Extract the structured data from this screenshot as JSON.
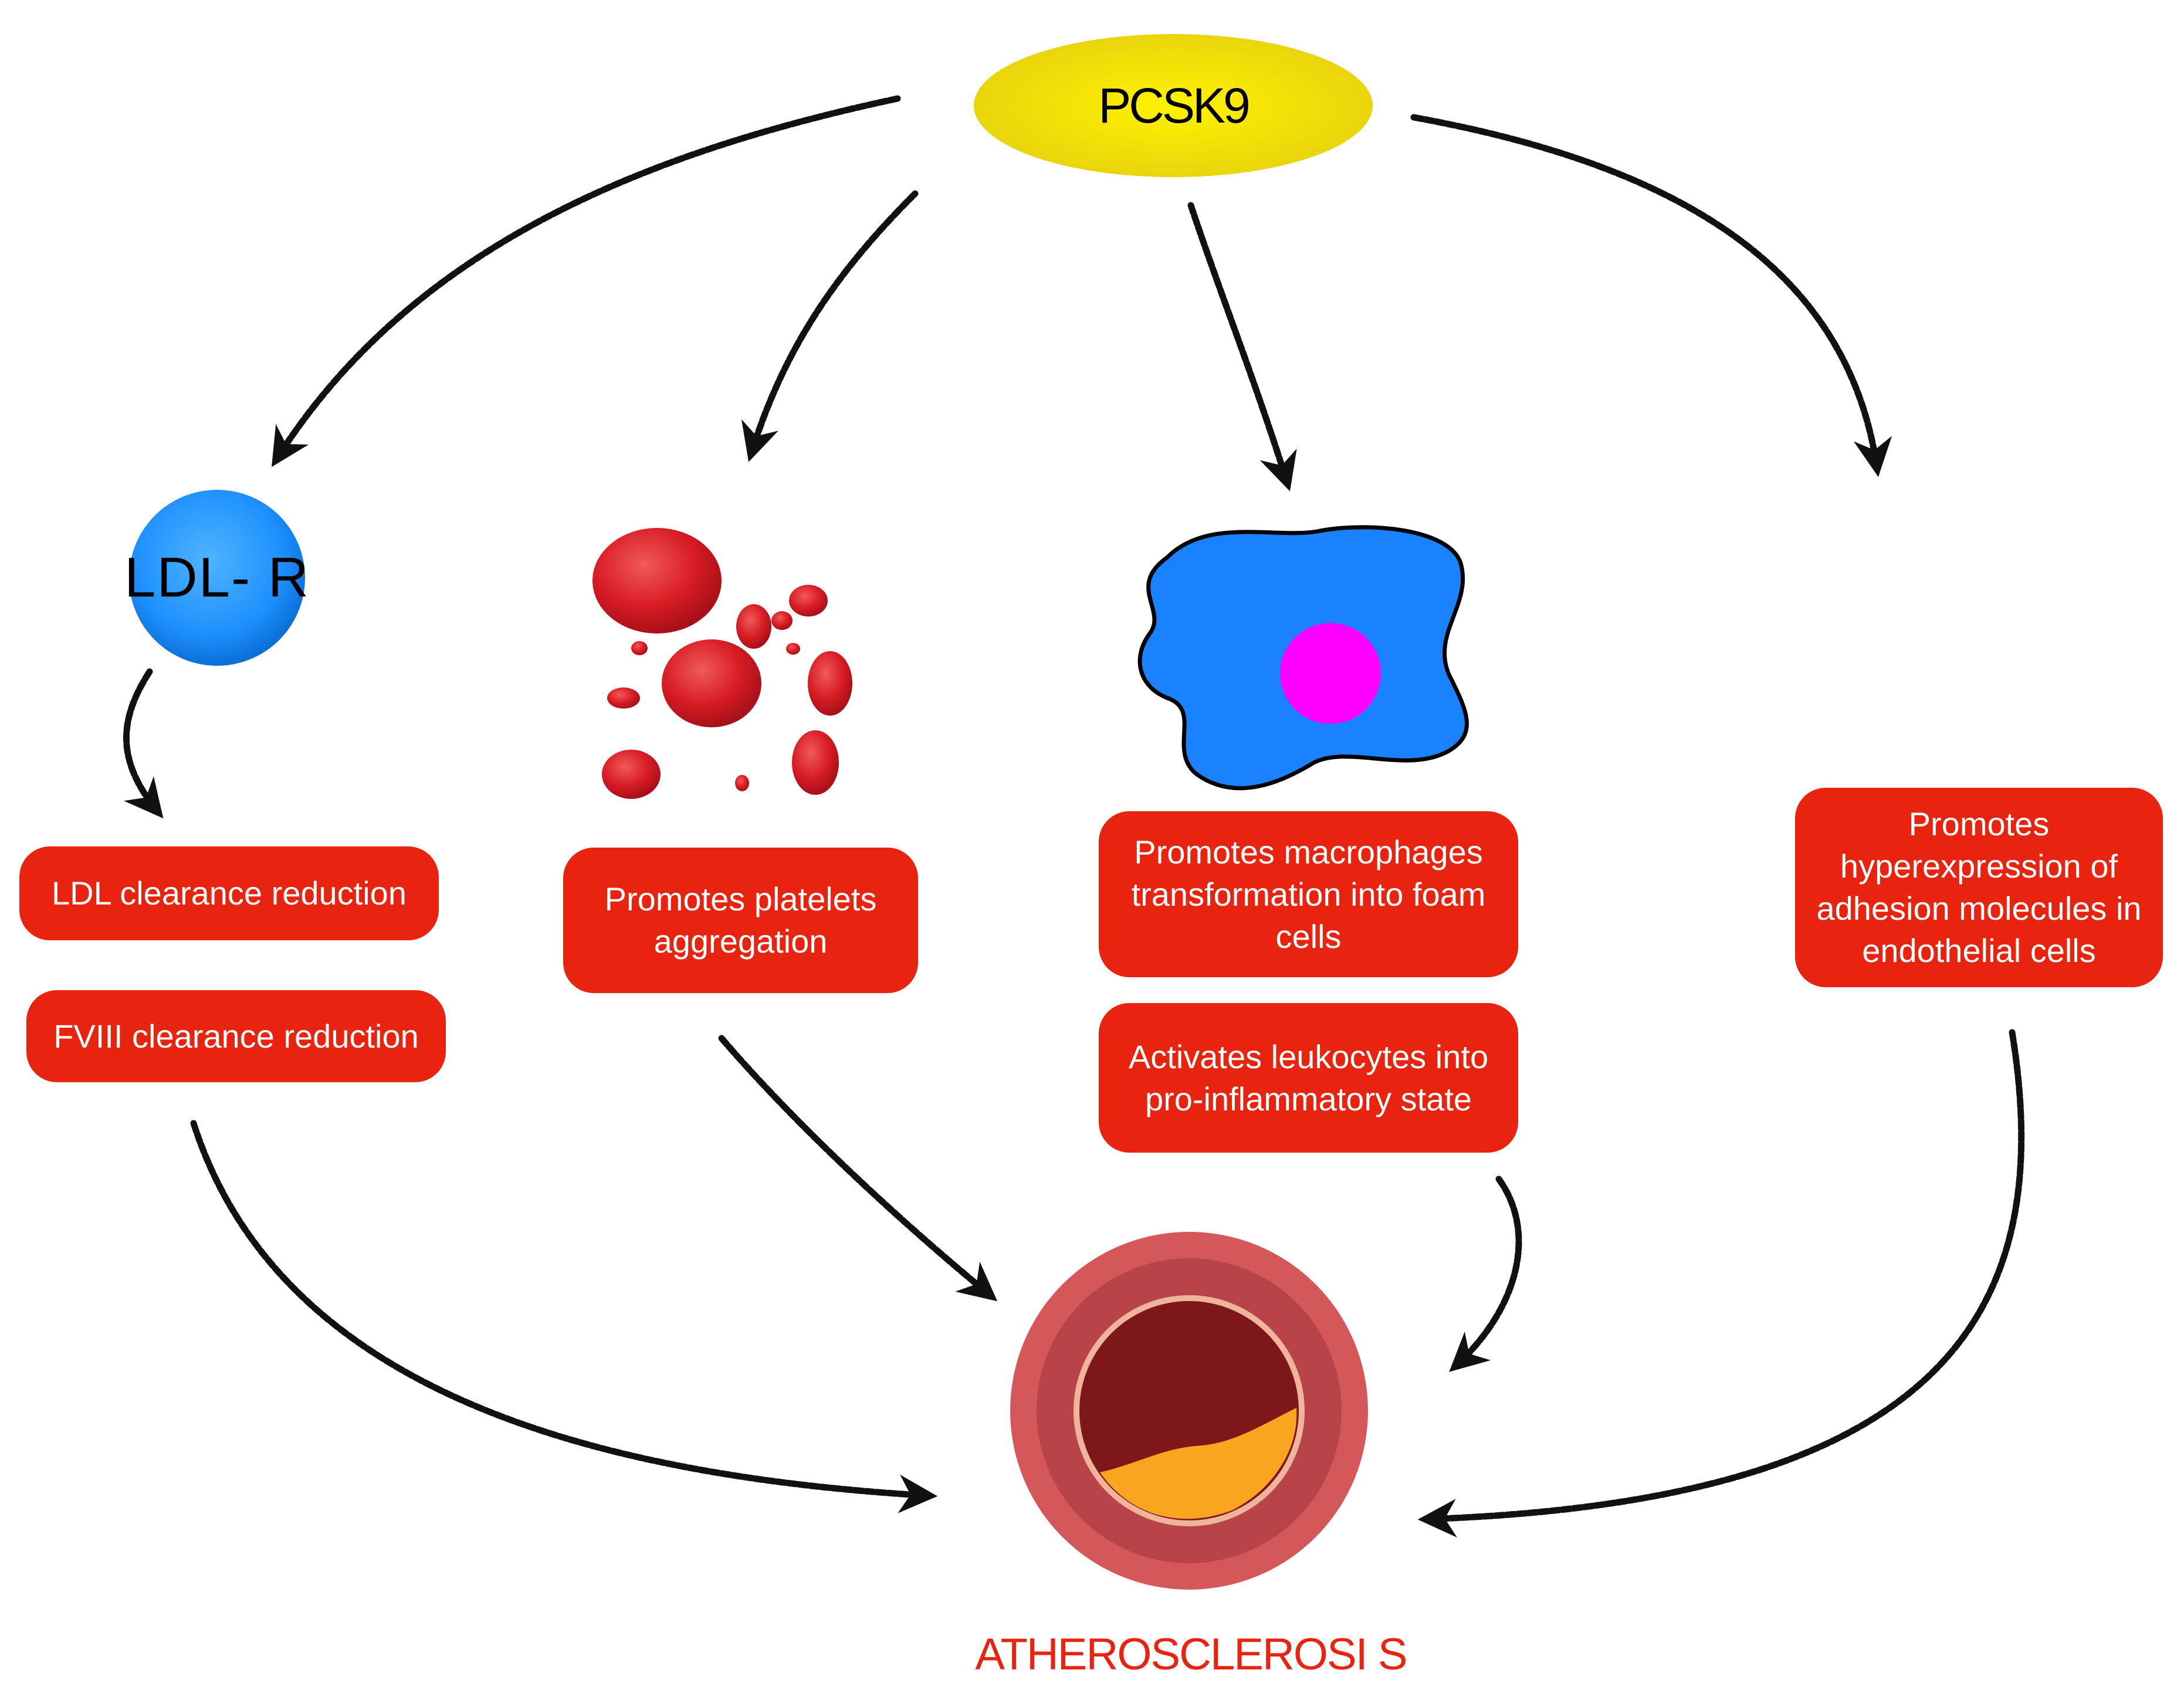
{
  "nodes": {
    "pcsk9": "PCSK9",
    "ldl_receptor": "LDL- R",
    "ldl_clearance": "LDL clearance reduction",
    "fviii_clearance": "FVIII clearance reduction",
    "platelets": "Promotes platelets aggregation",
    "macrophages": "Promotes macrophages transformation into foam cells",
    "leukocytes": "Activates leukocytes into pro-inflammatory state",
    "adhesion": "Promotes hyperexpression of adhesion molecules in endothelial cells",
    "atherosclerosis": "ATHEROSCLEROSI S"
  },
  "colors": {
    "box_red": "#e8230f",
    "pcsk9_yellow": "#f2de10",
    "ldlr_blue": "#1e90ff",
    "macrophage_blue": "#1a82ff",
    "nucleus_magenta": "#ff00ff",
    "platelet_red": "#d81c24",
    "vessel_outer": "#d4585a",
    "vessel_mid": "#b8444a",
    "lumen": "#7d1719",
    "plaque": "#f9a51f"
  },
  "edges": [
    {
      "from": "PCSK9",
      "to": "LDL- R"
    },
    {
      "from": "PCSK9",
      "to": "Promotes platelets aggregation"
    },
    {
      "from": "PCSK9",
      "to": "Promotes macrophages transformation into foam cells"
    },
    {
      "from": "PCSK9",
      "to": "Promotes hyperexpression of adhesion molecules in endothelial cells"
    },
    {
      "from": "LDL- R",
      "to": "LDL clearance reduction"
    },
    {
      "from": "FVIII clearance reduction",
      "to": "ATHEROSCLEROSI S"
    },
    {
      "from": "Promotes platelets aggregation",
      "to": "ATHEROSCLEROSI S"
    },
    {
      "from": "Activates leukocytes into pro-inflammatory state",
      "to": "ATHEROSCLEROSI S"
    },
    {
      "from": "Promotes hyperexpression of adhesion molecules in endothelial cells",
      "to": "ATHEROSCLEROSI S"
    }
  ]
}
